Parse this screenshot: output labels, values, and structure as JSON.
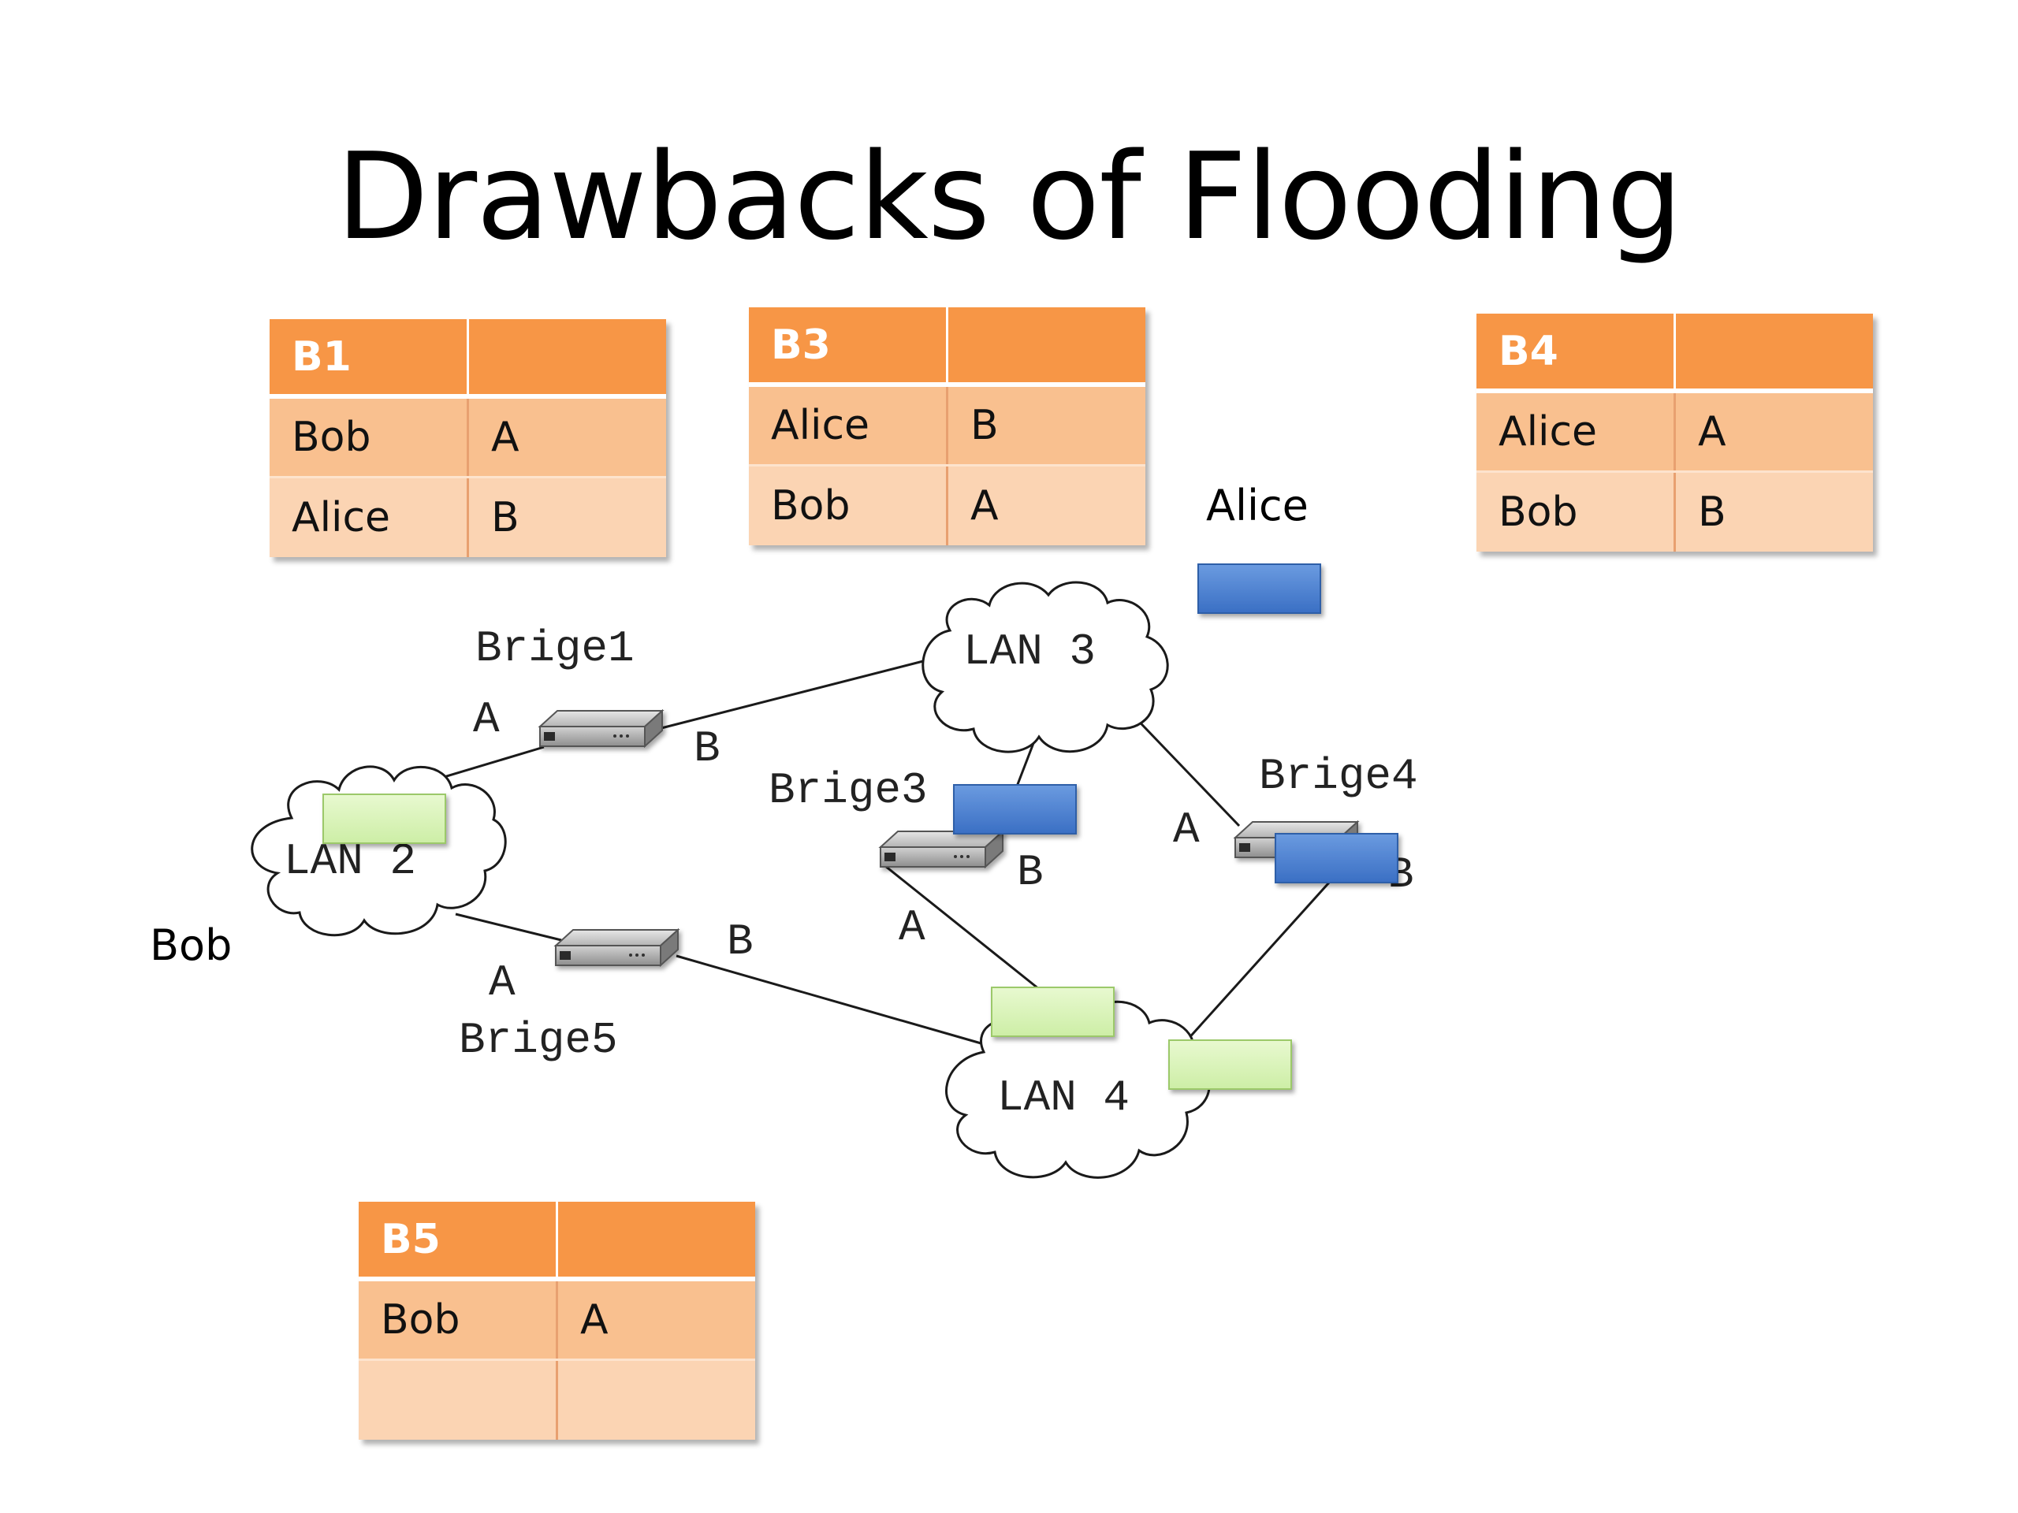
{
  "title": "Drawbacks of Flooding",
  "tables": {
    "b1": {
      "header": [
        "B1",
        ""
      ],
      "rows": [
        [
          "Bob",
          "A"
        ],
        [
          "Alice",
          "B"
        ]
      ]
    },
    "b3": {
      "header": [
        "B3",
        ""
      ],
      "rows": [
        [
          "Alice",
          "B"
        ],
        [
          "Bob",
          "A"
        ]
      ]
    },
    "b4": {
      "header": [
        "B4",
        ""
      ],
      "rows": [
        [
          "Alice",
          "A"
        ],
        [
          "Bob",
          "B"
        ]
      ]
    },
    "b5": {
      "header": [
        "B5",
        ""
      ],
      "rows": [
        [
          "Bob",
          "A"
        ],
        [
          "",
          ""
        ]
      ]
    }
  },
  "hosts": {
    "alice": "Alice",
    "bob": "Bob"
  },
  "lans": {
    "lan2": "LAN 2",
    "lan3": "LAN 3",
    "lan4": "LAN 4"
  },
  "bridges": {
    "bridge1": {
      "name": "Brige1",
      "port_a": "A",
      "port_b": "B"
    },
    "bridge3": {
      "name": "Brige3",
      "port_a": "A",
      "port_b": "B"
    },
    "bridge4": {
      "name": "Brige4",
      "port_a": "A",
      "port_b": "B"
    },
    "bridge5": {
      "name": "Brige5",
      "port_a": "A",
      "port_b": "B"
    }
  },
  "colors": {
    "table_header": "#f79646",
    "table_row_dark": "#f9c08f",
    "table_row_light": "#fbd4b3",
    "frame_alice": "#4f81d0",
    "frame_bob": "#d9f5b8"
  }
}
